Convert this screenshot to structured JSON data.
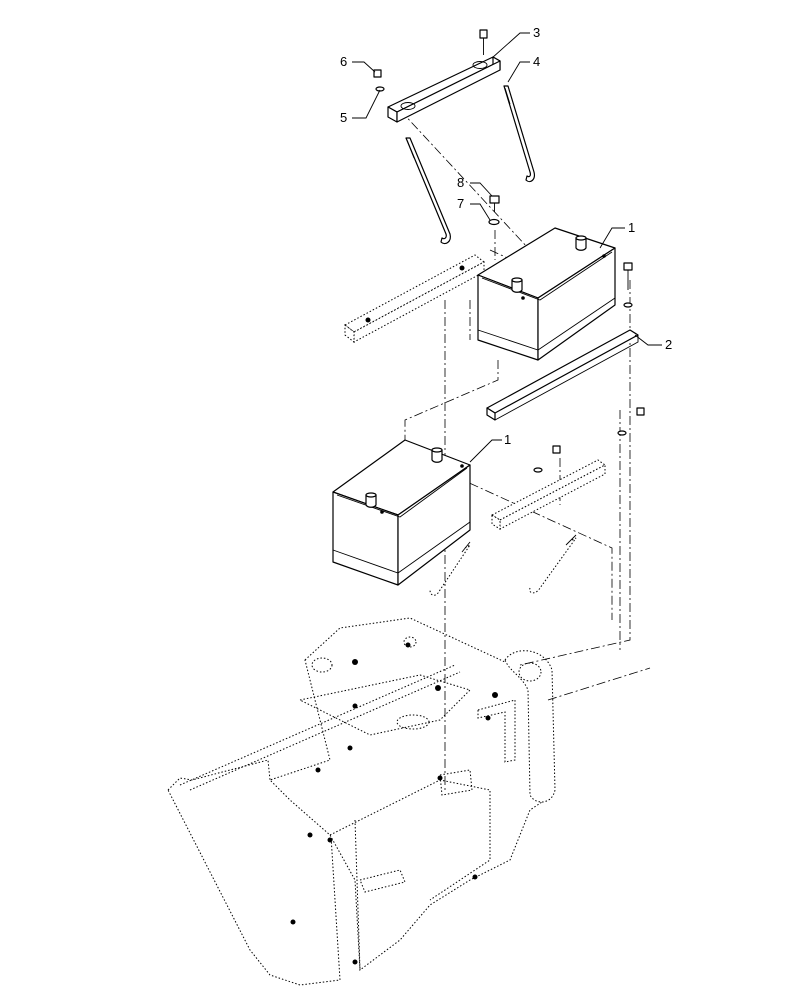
{
  "callouts": {
    "c1a": "1",
    "c1b": "1",
    "c2": "2",
    "c3": "3",
    "c4": "4",
    "c5": "5",
    "c6": "6",
    "c7": "7",
    "c8": "8"
  }
}
